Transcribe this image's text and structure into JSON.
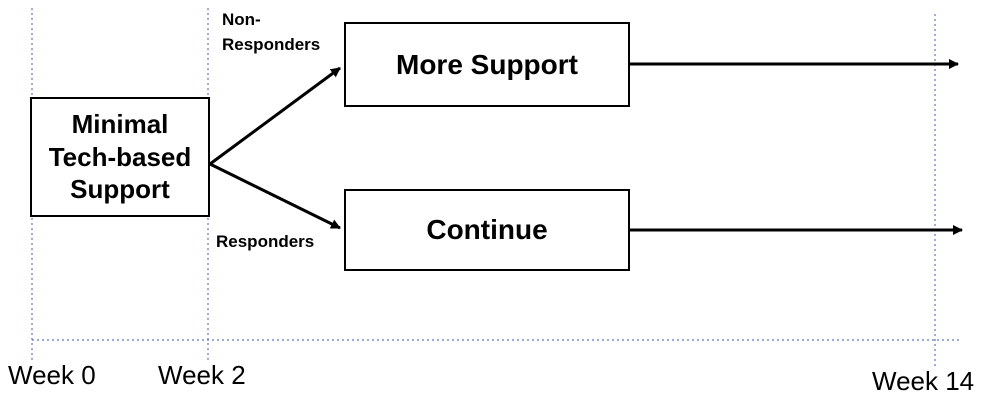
{
  "boxes": {
    "start": {
      "lines": [
        "Minimal",
        "Tech-based",
        "Support"
      ]
    },
    "more_support": {
      "label": "More Support"
    },
    "continue": {
      "label": "Continue"
    }
  },
  "branch_labels": {
    "non_responders": [
      "Non-",
      "Responders"
    ],
    "responders": "Responders"
  },
  "timeline": {
    "week0": "Week 0",
    "week2": "Week 2",
    "week14": "Week 14"
  }
}
